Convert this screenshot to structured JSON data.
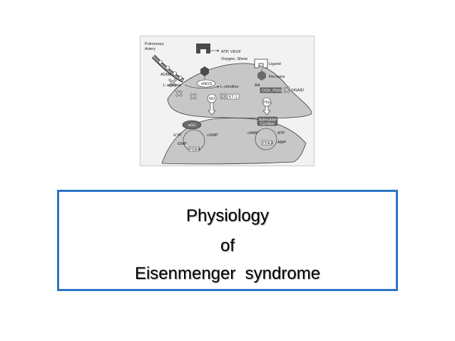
{
  "slide": {
    "title_lines": [
      "Physiology",
      "of",
      "Eisenmenger  syndrome"
    ],
    "accent_color": "#2e74c6"
  },
  "figure": {
    "labels": {
      "pulmonary": "Pulmonary",
      "artery": "Artery",
      "atp_vegf": "ATP, VEGF",
      "oxygen_shear": "Oxygen, Shear",
      "ligand": "Ligand",
      "receptor": "Receptor",
      "adma": "ADMA",
      "enos": "eNOS",
      "l_arginine": "L-arginine",
      "l_citrulline": "L-citrulline",
      "aa": "AA",
      "cox_pgis": "COX, PGIS",
      "nsaid": "NSAID",
      "et1": "ET-1",
      "no": "NO",
      "pgi2": "PGI₂",
      "sgc": "sGC",
      "gtp": "GTP",
      "cgmp": "cGMP",
      "gmp": "GMP",
      "pde5": "PDE5",
      "adenylate": "Adenylate",
      "cyclase": "Cyclase",
      "camp": "cAMP",
      "atp": "ATP",
      "amp": "AMP",
      "pde3": "PDE3"
    },
    "colors": {
      "cell_fill": "#c7c7c7",
      "cell_stroke": "#3a3a3a",
      "dark_shape": "#4a4a4a",
      "blocker": "#d6d6d6"
    }
  }
}
